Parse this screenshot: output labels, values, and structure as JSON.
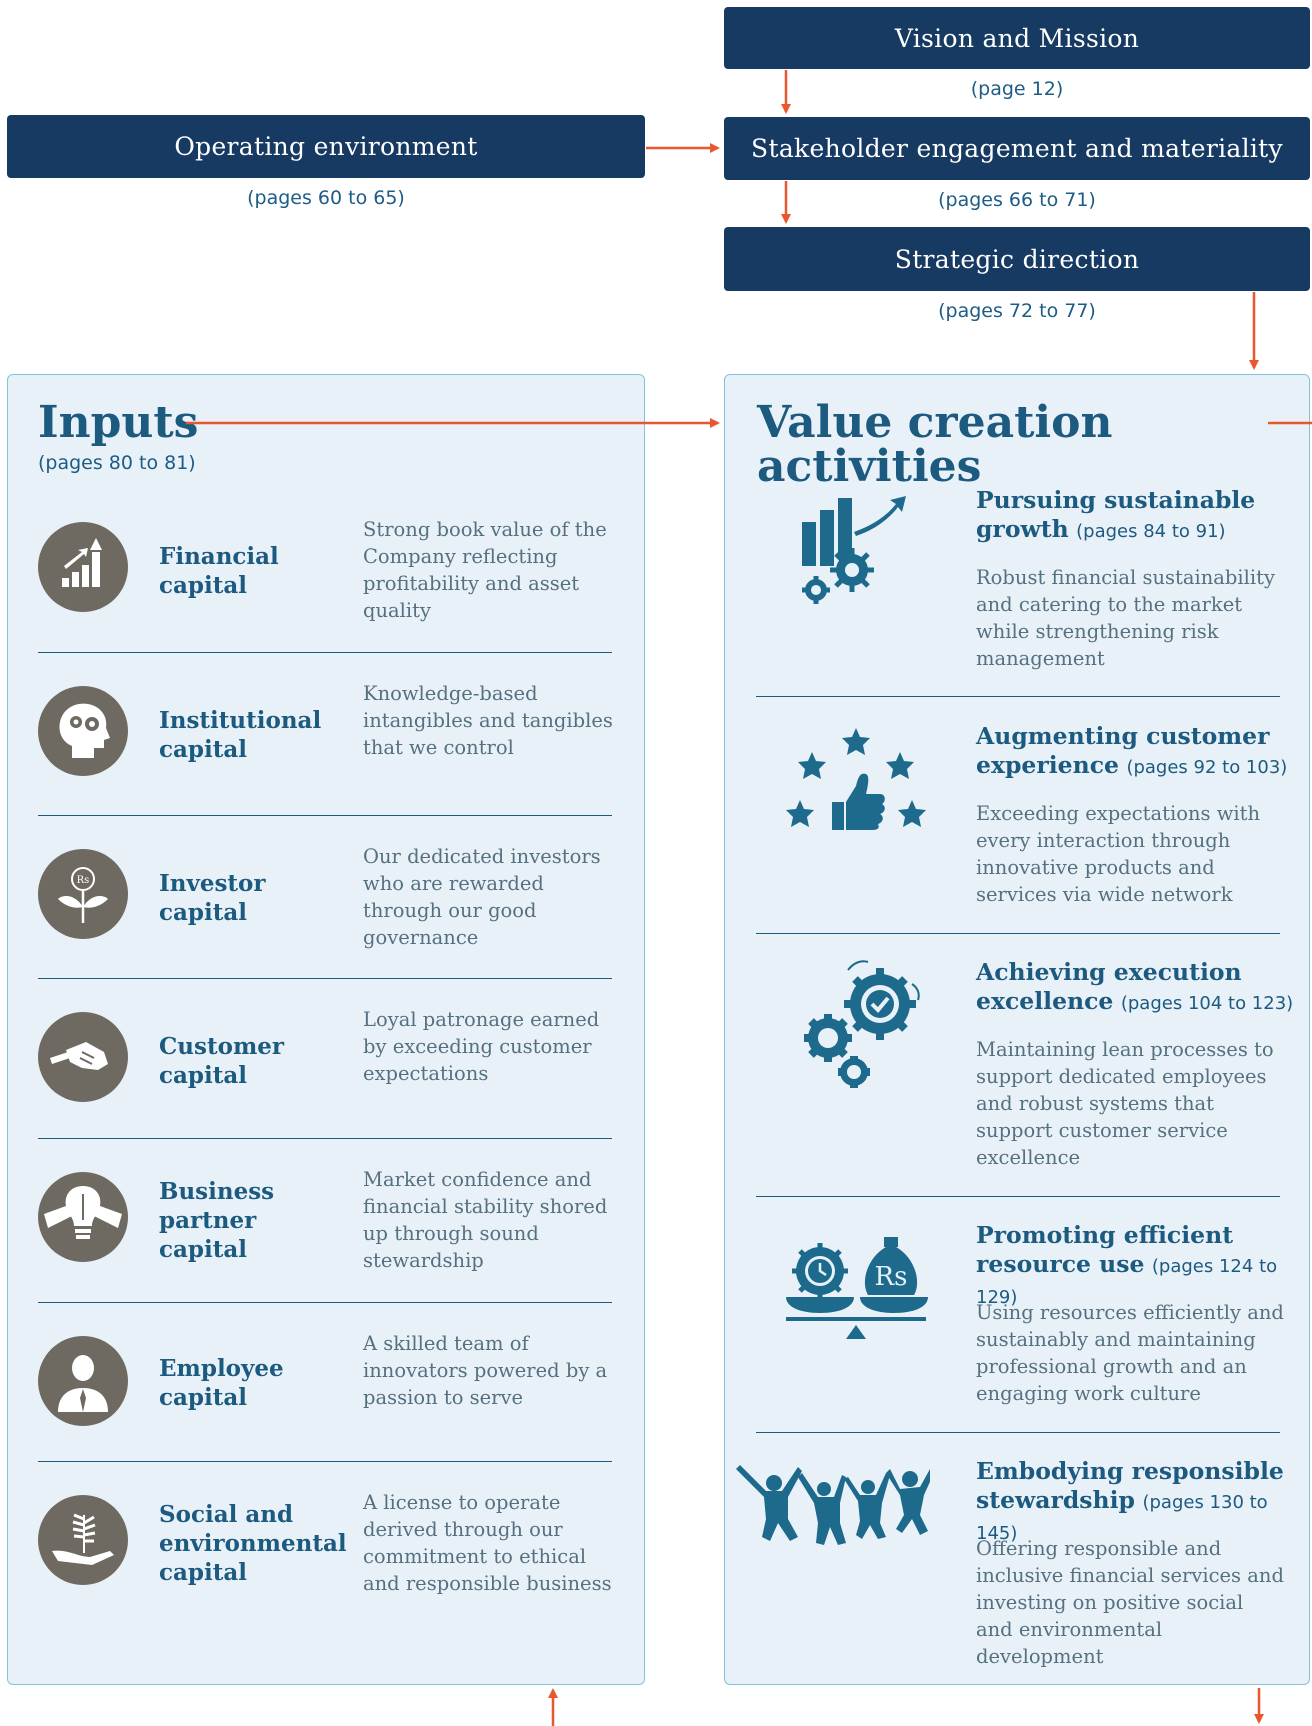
{
  "top": {
    "vision": {
      "label": "Vision and Mission",
      "pages": "(page 12)"
    },
    "operating": {
      "label": "Operating environment",
      "pages": "(pages 60 to 65)"
    },
    "stakeholder": {
      "label": "Stakeholder engagement and materiality",
      "pages": "(pages 66 to 71)"
    },
    "strategic": {
      "label": "Strategic direction",
      "pages": "(pages 72 to 77)"
    }
  },
  "inputs": {
    "title": "Inputs",
    "pages": "(pages 80 to 81)",
    "items": [
      {
        "icon": "financial-growth-icon",
        "name": "Financial capital",
        "desc": "Strong book value of the Company reflecting profitability and asset quality"
      },
      {
        "icon": "head-gears-icon",
        "name": "Institutional capital",
        "desc": "Knowledge-based intangibles and tangibles that we control"
      },
      {
        "icon": "rupee-plant-icon",
        "name": "Investor capital",
        "desc": "Our dedicated investors who are rewarded through our good governance"
      },
      {
        "icon": "handshake-icon",
        "name": "Customer capital",
        "desc": "Loyal patronage earned by exceeding customer expectations"
      },
      {
        "icon": "hands-lightbulb-icon",
        "name": "Business partner capital",
        "desc": "Market confidence and financial stability shored up through sound stewardship"
      },
      {
        "icon": "employee-icon",
        "name": "Employee capital",
        "desc": "A skilled team of innovators powered by a passion to serve"
      },
      {
        "icon": "hand-leaf-icon",
        "name": "Social and environmental capital",
        "desc": "A license to operate derived through our commitment to ethical and responsible business"
      }
    ]
  },
  "value": {
    "title": "Value creation activities",
    "items": [
      {
        "icon": "growth-chart-gears-icon",
        "title": "Pursuing sustainable growth",
        "pages": "(pages 84 to 91)",
        "desc": "Robust financial sustainability and catering to the market while strengthening risk management"
      },
      {
        "icon": "thumbs-up-stars-icon",
        "title": "Augmenting customer experience",
        "pages": "(pages 92 to 103)",
        "desc": "Exceeding expectations with every interaction through innovative products and services via wide network"
      },
      {
        "icon": "gears-check-icon",
        "title": "Achieving execution excellence",
        "pages": "(pages 104 to 123)",
        "desc": "Maintaining lean processes to support dedicated employees and robust systems that support customer service excellence"
      },
      {
        "icon": "balance-scale-icon",
        "title": "Promoting efficient resource use",
        "pages": "(pages 124 to 129)",
        "desc": "Using resources efficiently and sustainably and maintaining professional growth and an engaging work culture"
      },
      {
        "icon": "jumping-people-icon",
        "title": "Embodying responsible stewardship",
        "pages": "(pages 130 to 145)",
        "desc": "Offering responsible and inclusive financial services and investing on positive social and environmental development"
      }
    ]
  },
  "colors": {
    "navy": "#173a63",
    "teal": "#1d6a8d",
    "arrow": "#e8572e",
    "panel": "#e8f1f8",
    "icon_grey": "#6e6a61"
  }
}
